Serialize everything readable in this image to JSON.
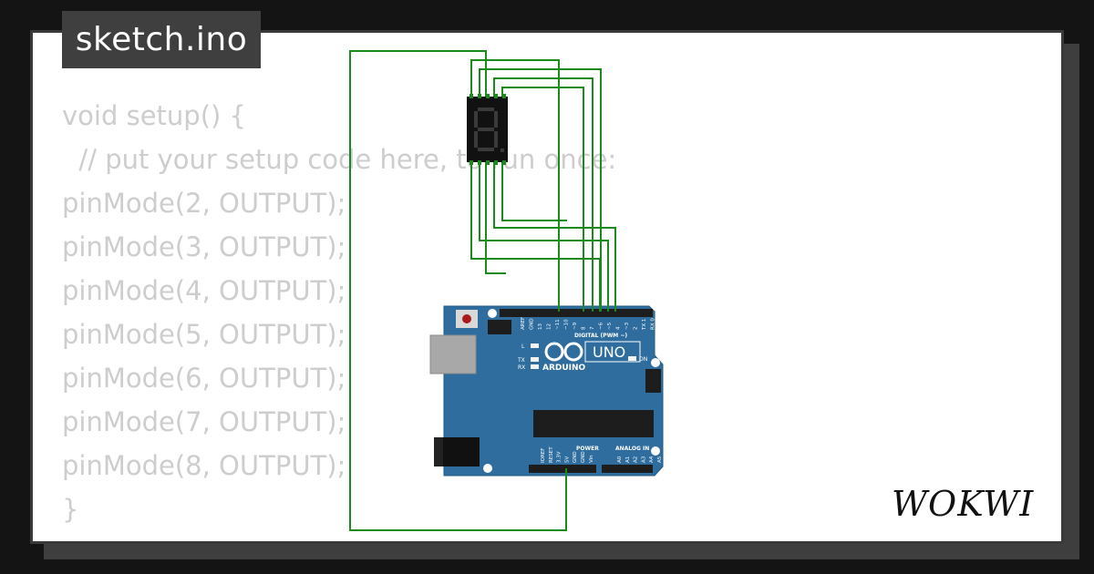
{
  "title": "sketch.ino",
  "code_lines": [
    "void setup() {",
    "  // put your setup code here, to run once:",
    "pinMode(2, OUTPUT);",
    "pinMode(3, OUTPUT);",
    "pinMode(4, OUTPUT);",
    "pinMode(5, OUTPUT);",
    "pinMode(6, OUTPUT);",
    "pinMode(7, OUTPUT);",
    "pinMode(8, OUTPUT);",
    "}"
  ],
  "board": {
    "brand": "ARDUINO",
    "model": "UNO",
    "digital_label": "DIGITAL (PWM ~)",
    "power_label": "POWER",
    "analog_label": "ANALOG IN",
    "on_label": "ON",
    "tx_label": "TX",
    "rx_label": "RX",
    "l_label": "L",
    "digital_pins": [
      "AREF",
      "GND",
      "13",
      "12",
      "~11",
      "~10",
      "~9",
      "8",
      "7",
      "~6",
      "~5",
      "4",
      "~3",
      "2",
      "TX 1",
      "RX 0"
    ],
    "power_pins": [
      "IOREF",
      "RESET",
      "3.3V",
      "5V",
      "GND",
      "GND",
      "Vin"
    ],
    "analog_pins": [
      "A0",
      "A1",
      "A2",
      "A3",
      "A4",
      "A5"
    ]
  },
  "display": {
    "digit": "8"
  },
  "wokwi_logo": "WOKWI",
  "colors": {
    "wire": "#1a8a1a",
    "board": "#2e6d9e",
    "code_text": "#cdcdcd",
    "chip": "#3f3f3f"
  }
}
